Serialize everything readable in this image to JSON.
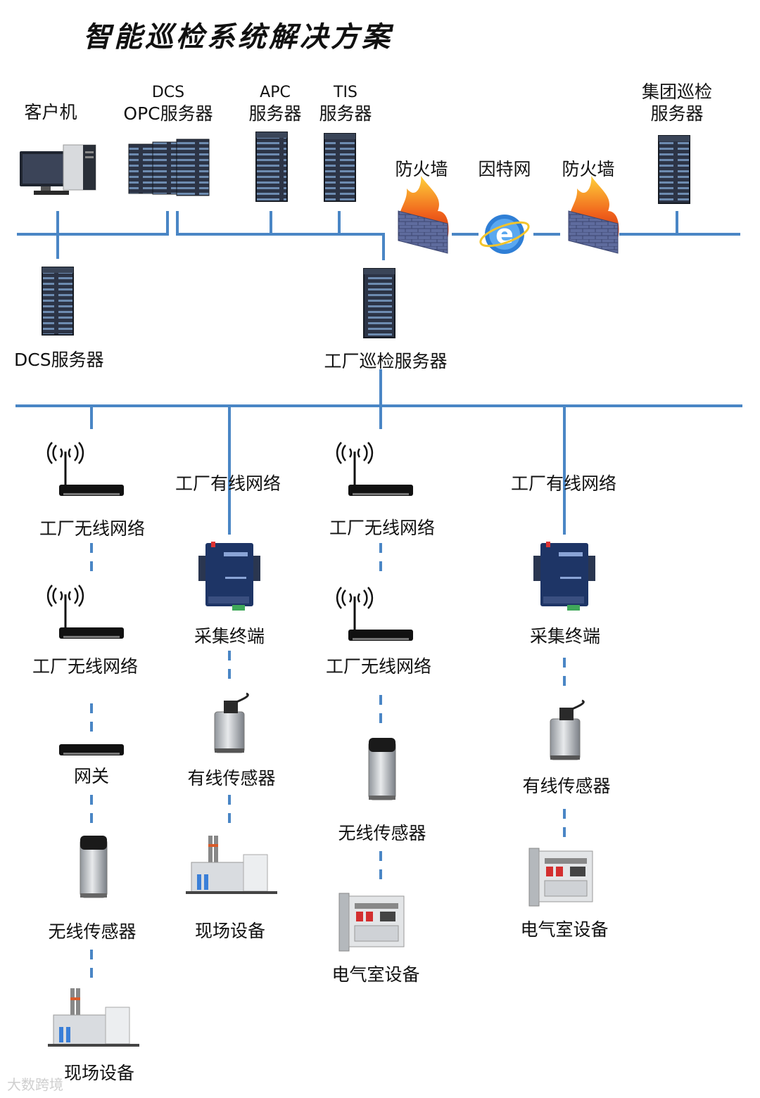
{
  "title": "智能巡检系统解决方案",
  "top": {
    "client": "客户机",
    "dcs_opc_line1": "DCS",
    "dcs_opc_line2": "OPC服务器",
    "apc_line1": "APC",
    "apc_line2": "服务器",
    "tis_line1": "TIS",
    "tis_line2": "服务器",
    "firewall_left": "防火墙",
    "internet": "因特网",
    "firewall_right": "防火墙",
    "group_line1": "集团巡检",
    "group_line2": "服务器",
    "dcs_server": "DCS服务器",
    "factory_server": "工厂巡检服务器"
  },
  "branches": {
    "b1": {
      "wireless_1": "工厂无线网络",
      "wireless_2": "工厂无线网络",
      "gateway": "网关",
      "sensor": "无线传感器",
      "equipment": "现场设备"
    },
    "b2": {
      "wired": "工厂有线网络",
      "terminal": "采集终端",
      "sensor": "有线传感器",
      "equipment": "现场设备"
    },
    "b3": {
      "wireless_1": "工厂无线网络",
      "wireless_2": "工厂无线网络",
      "sensor": "无线传感器",
      "equipment": "电气室设备"
    },
    "b4": {
      "wired": "工厂有线网络",
      "terminal": "采集终端",
      "sensor": "有线传感器",
      "equipment": "电气室设备"
    }
  },
  "watermark": "大数跨境",
  "colors": {
    "line": "#4a86c5",
    "server_dark": "#2b3342",
    "server_light": "#5d7aa0",
    "flame": "#e8541a",
    "brick": "#6c78a8",
    "ie_blue": "#2f7fd6"
  }
}
